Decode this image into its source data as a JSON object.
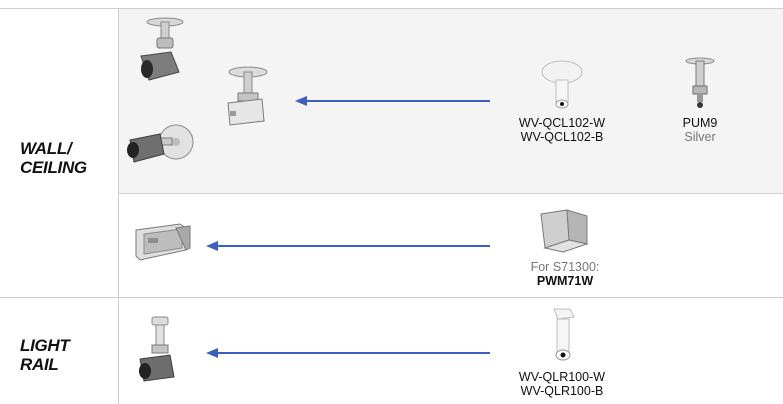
{
  "rows": [
    {
      "label": "WALL/\nCEILING"
    },
    {
      "label": "LIGHT\nRAIL"
    }
  ],
  "colors": {
    "arrow": "#3b5fc2",
    "upper_panel_bg": "#f4f4f4",
    "grid_line": "#cfcfcf"
  },
  "items": {
    "qcl102": {
      "line1": "WV-QCL102-W",
      "line2": "WV-QCL102-B"
    },
    "pum9": {
      "name": "PUM9",
      "finish": "Silver"
    },
    "pwm71w": {
      "prefix": "For S71300:",
      "name": "PWM71W"
    },
    "qlr100": {
      "line1": "WV-QLR100-W",
      "line2": "WV-QLR100-B"
    }
  }
}
